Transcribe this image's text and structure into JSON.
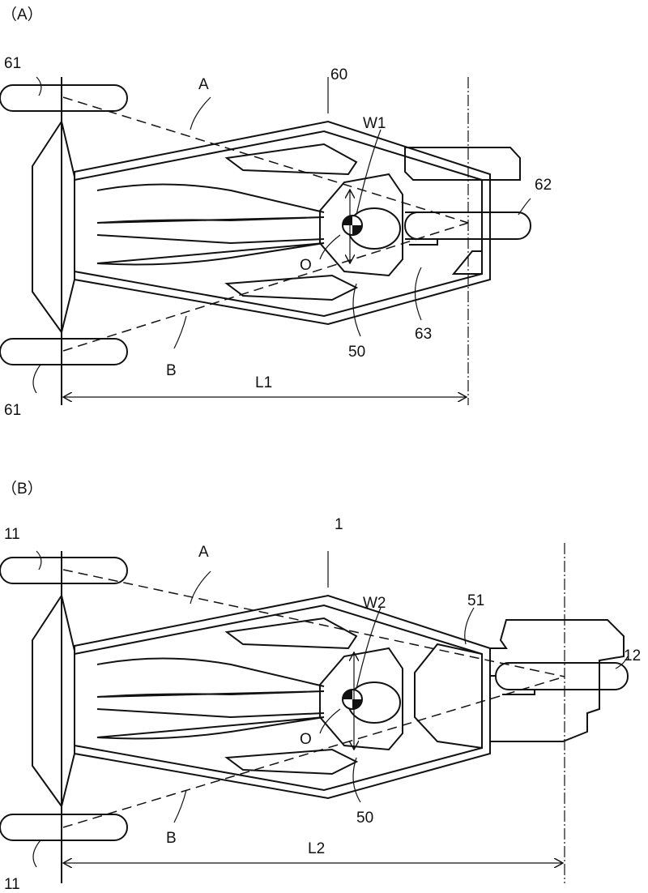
{
  "figure_a": {
    "panel_label": "（A）",
    "labels": {
      "front_wheel_top": "61",
      "front_wheel_bottom": "61",
      "vehicle": "60",
      "width": "W1",
      "rear_wheel": "62",
      "center": "O",
      "seat": "50",
      "rear_part": "63",
      "line_a": "A",
      "line_b": "B",
      "length": "L1"
    }
  },
  "figure_b": {
    "panel_label": "（B）",
    "labels": {
      "front_wheel_top": "11",
      "front_wheel_bottom": "11",
      "vehicle": "1",
      "width": "W2",
      "rear_wheel": "12",
      "center": "O",
      "seat": "50",
      "rear_part": "51",
      "line_a": "A",
      "line_b": "B",
      "length": "L2"
    }
  }
}
